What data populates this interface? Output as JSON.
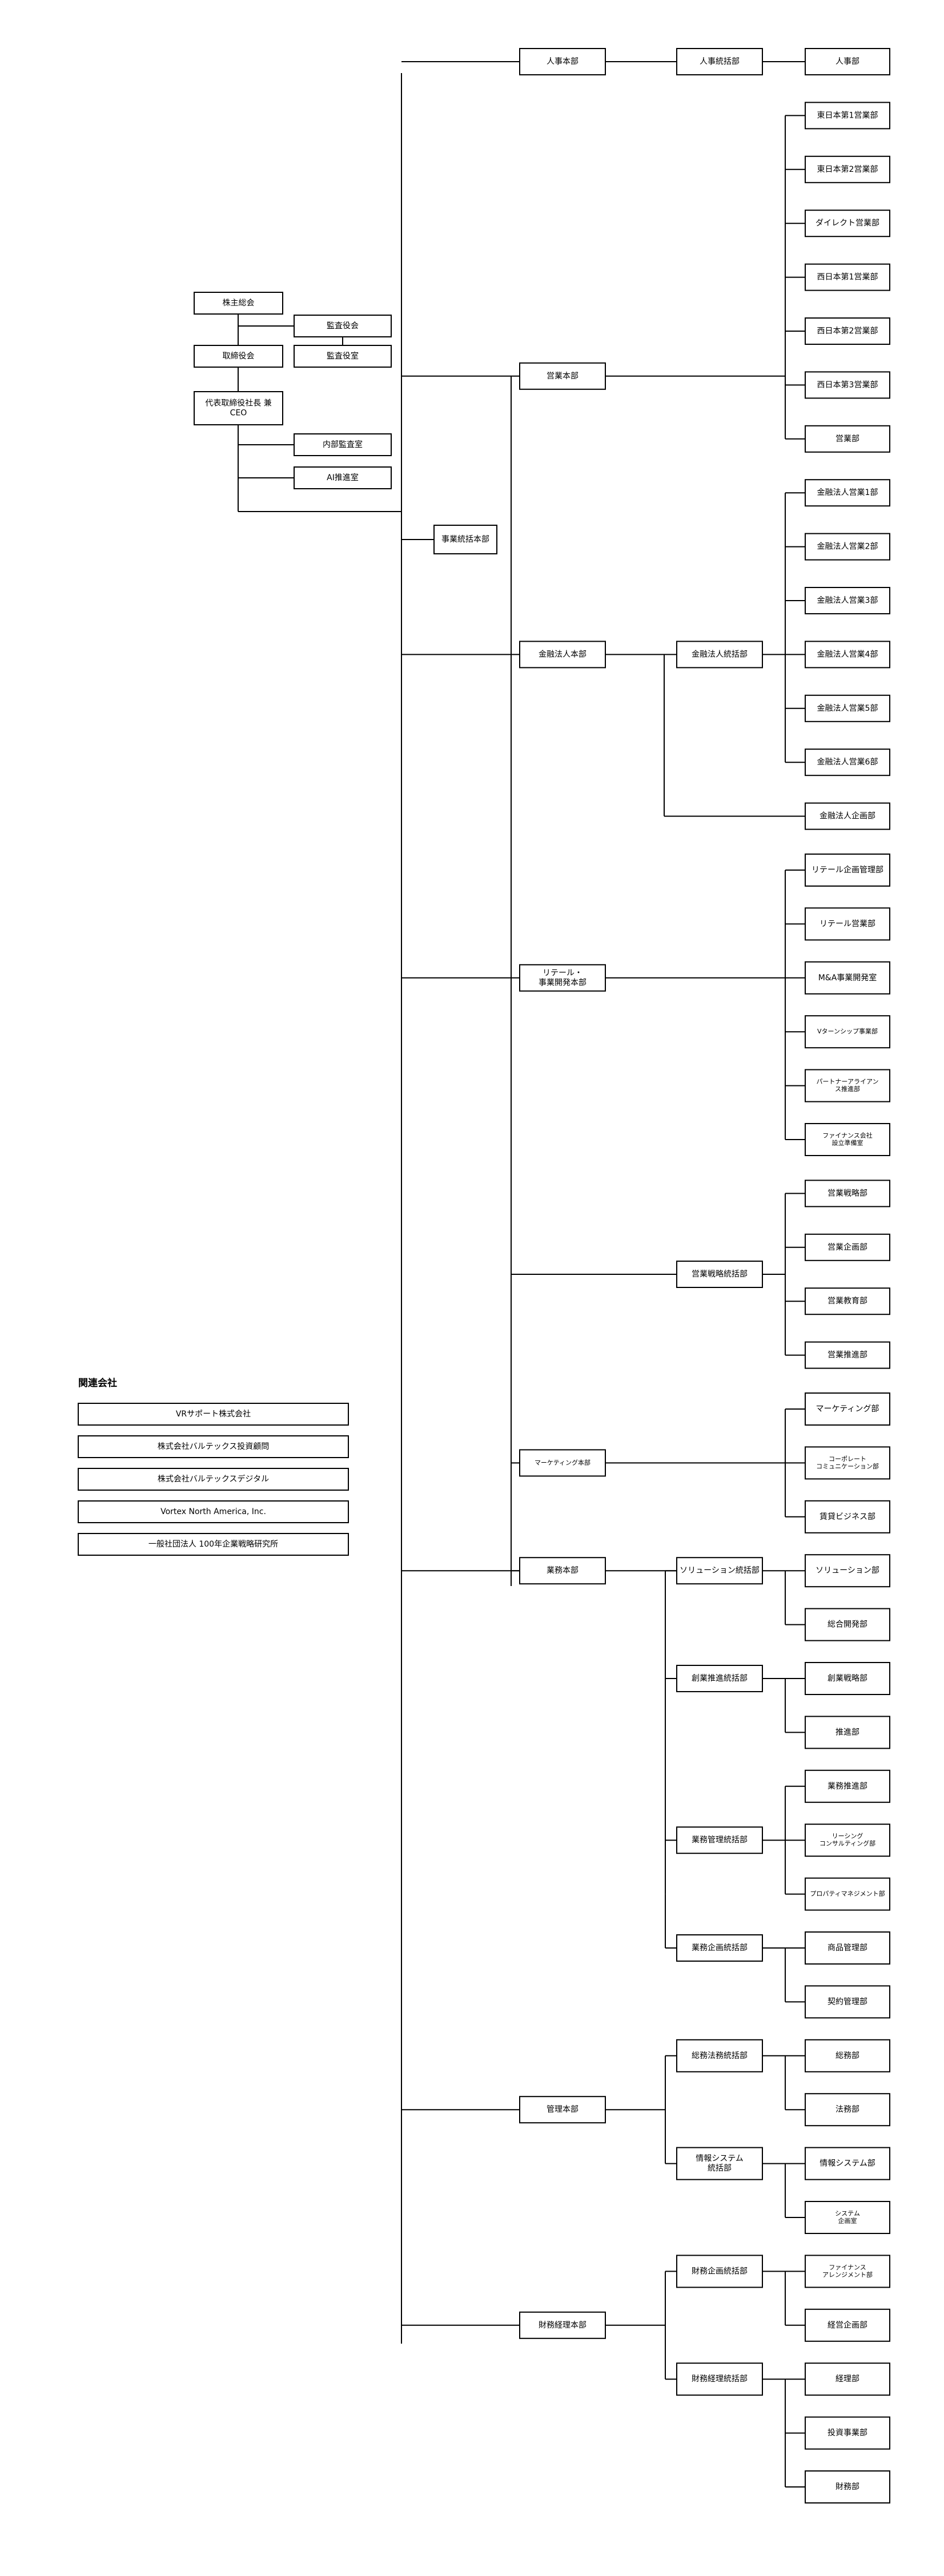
{
  "top_block": {
    "shareholders_meeting": "株主総会",
    "board_of_auditors": "監査役会",
    "board_of_directors": "取締役会",
    "auditors_office": "監査役室",
    "ceo": [
      "代表取締役社長 兼",
      "CEO"
    ],
    "internal_audit": "内部監査室",
    "ai_promotion": "AI推進室"
  },
  "business_hq": "事業統括本部",
  "divisions": {
    "hr": {
      "hq": "人事本部",
      "mid": "人事統括部",
      "dept": "人事部"
    },
    "sales": {
      "hq": "営業本部",
      "depts": [
        "東日本第1営業部",
        "東日本第2営業部",
        "ダイレクト営業部",
        "西日本第1営業部",
        "西日本第2営業部",
        "西日本第3営業部",
        "営業部"
      ]
    },
    "fin_corp": {
      "hq": "金融法人本部",
      "mid": "金融法人統括部",
      "depts": [
        "金融法人営業1部",
        "金融法人営業2部",
        "金融法人営業3部",
        "金融法人営業4部",
        "金融法人営業5部",
        "金融法人営業6部"
      ],
      "extra": "金融法人企画部"
    },
    "retail": {
      "hq": [
        "リテール・",
        "事業開発本部"
      ],
      "depts": [
        [
          "リテール企画管理部"
        ],
        [
          "リテール営業部"
        ],
        [
          "M&A事業開発室"
        ],
        [
          "Vターンシップ事業部"
        ],
        [
          "パートナーアライアン",
          "ス推進部"
        ],
        [
          "ファイナンス会社",
          "設立準備室"
        ]
      ]
    },
    "strategy": {
      "mid": "営業戦略統括部",
      "depts": [
        "営業戦略部",
        "営業企画部",
        "営業教育部",
        "営業推進部"
      ]
    },
    "marketing": {
      "hq": "マーケティング本部",
      "depts": [
        [
          "マーケティング部"
        ],
        [
          "コーポレート",
          "コミュニケーション部"
        ],
        [
          "賃貸ビジネス部"
        ]
      ]
    },
    "operations": {
      "hq": "業務本部",
      "solution": {
        "mid": "ソリューション統括部",
        "depts": [
          [
            "ソリューション部"
          ],
          [
            "総合開発部"
          ]
        ]
      },
      "startup": {
        "mid": "創業推進統括部",
        "depts": [
          [
            "創業戦略部"
          ],
          [
            "推進部"
          ]
        ]
      },
      "mgmt": {
        "mid": "業務管理統括部",
        "depts": [
          [
            "業務推進部"
          ],
          [
            "リーシング",
            "コンサルティング部"
          ],
          [
            "プロパティマネジメント部"
          ]
        ]
      },
      "planning": {
        "mid": "業務企画統括部",
        "depts": [
          [
            "商品管理部"
          ],
          [
            "契約管理部"
          ]
        ]
      }
    },
    "admin": {
      "hq": "管理本部",
      "legal": {
        "mid": [
          "総務法務統括部"
        ],
        "depts": [
          [
            "総務部"
          ],
          [
            "法務部"
          ]
        ]
      },
      "it": {
        "mid": [
          "情報システム",
          "統括部"
        ],
        "depts": [
          [
            "情報システム部"
          ],
          [
            "システム",
            "企画室"
          ]
        ]
      }
    },
    "finance": {
      "hq": "財務経理本部",
      "fin_plan": {
        "mid": "財務企画統括部",
        "depts": [
          [
            "ファイナンス",
            "アレンジメント部"
          ],
          [
            "経営企画部"
          ]
        ]
      },
      "accounting": {
        "mid": "財務経理統括部",
        "depts": [
          [
            "経理部"
          ],
          [
            "投資事業部"
          ],
          [
            "財務部"
          ]
        ]
      }
    }
  },
  "affiliates": {
    "title": "関連会社",
    "items": [
      "VRサポート株式会社",
      "株式会社バルテックス投資顧問",
      "株式会社バルテックスデジタル",
      "Vortex North America, Inc.",
      "一般社団法人 100年企業戦略研究所"
    ]
  }
}
